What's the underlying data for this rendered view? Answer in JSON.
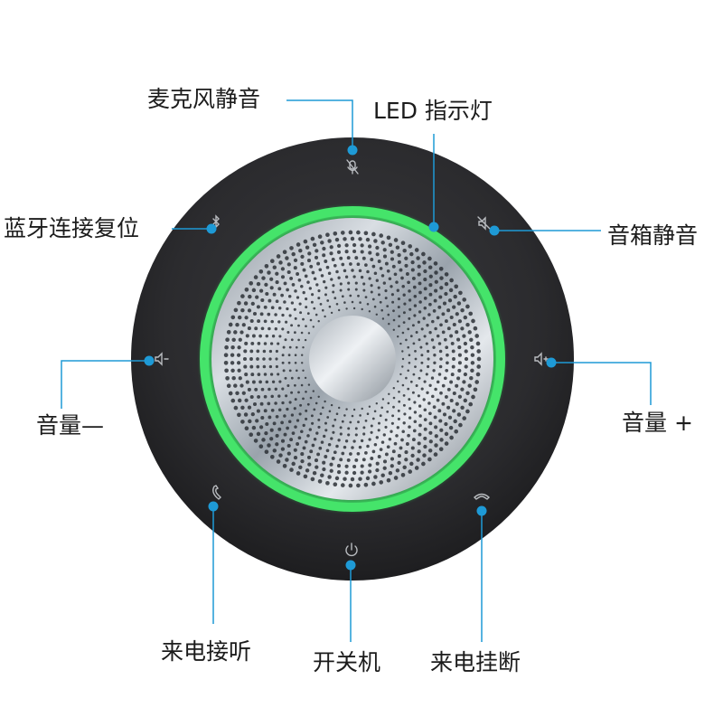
{
  "labels": {
    "mic_mute": "麦克风静音",
    "led_indicator": "LED 指示灯",
    "bt_reset": "蓝牙连接复位",
    "speaker_mute": "音箱静音",
    "volume_down": "音量—",
    "volume_up": "音量 +",
    "answer_call": "来电接听",
    "power": "开关机",
    "hang_up": "来电挂断"
  },
  "colors": {
    "callout_line": "#1e9ad6",
    "dot": "#1e9ad6",
    "ring": "#45e46a",
    "body": "#2a2a2c",
    "icon": "#b9bcc0",
    "label_text": "#1c1c1c"
  },
  "icons": [
    "mic-mute-icon",
    "bluetooth-icon",
    "speaker-mute-icon",
    "volume-down-icon",
    "volume-up-icon",
    "phone-answer-icon",
    "phone-hangup-icon",
    "power-icon"
  ]
}
